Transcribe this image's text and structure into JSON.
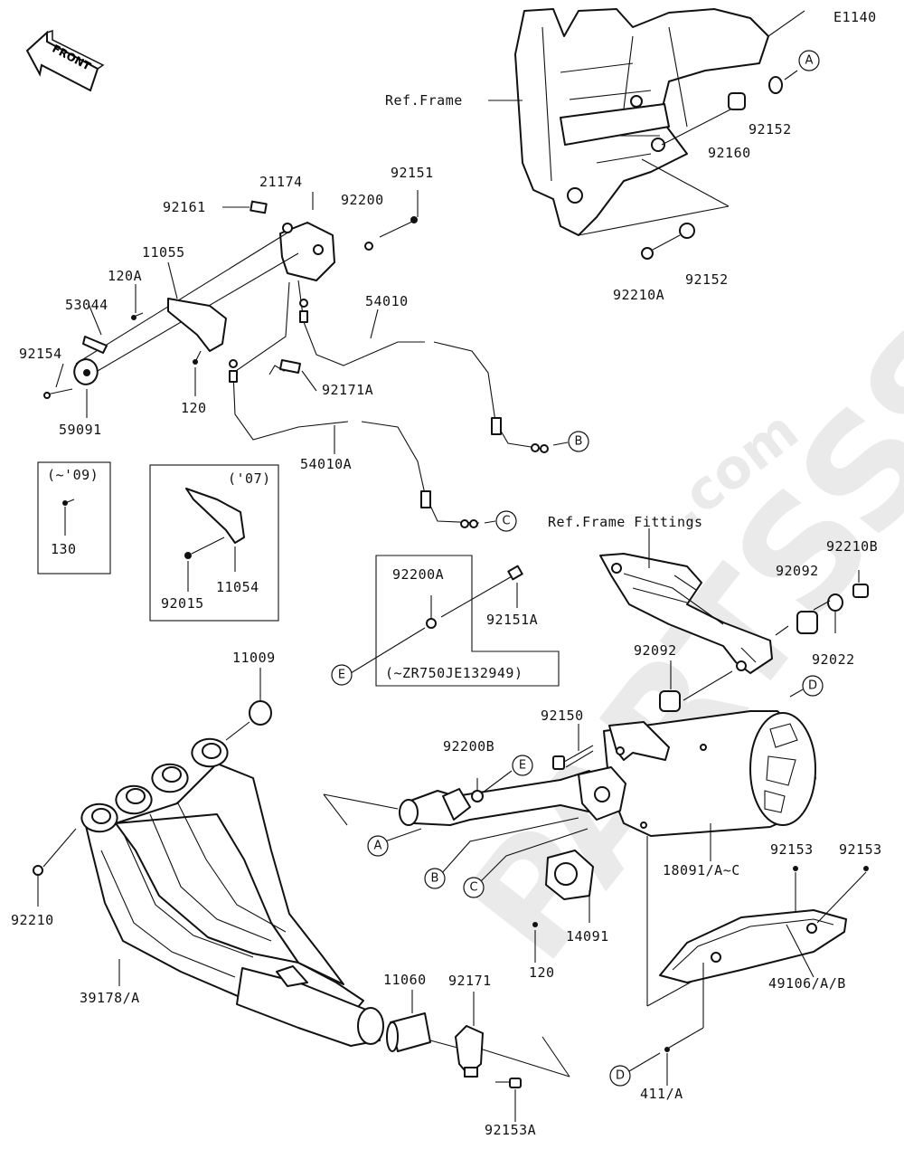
{
  "diagram_code": "E1140",
  "front_arrow_text": "FRONT",
  "reference_notes": {
    "frame": "Ref.Frame",
    "frame_fittings": "Ref.Frame Fittings",
    "serial_range": "(~ZR750JE132949)",
    "year_09": "(~'09)",
    "year_07": "('07)"
  },
  "watermark": {
    "brand": "PARTSSS",
    "suffix": ".com"
  },
  "callouts": [
    "A",
    "B",
    "C",
    "D",
    "E"
  ],
  "part_numbers": {
    "p21174": "21174",
    "p92161": "92161",
    "p92151": "92151",
    "p92200": "92200",
    "p11055": "11055",
    "p120A": "120A",
    "p53044": "53044",
    "p92154": "92154",
    "p59091": "59091",
    "p120_upper": "120",
    "p54010": "54010",
    "p92171A": "92171A",
    "p54010A": "54010A",
    "p130": "130",
    "p11054": "11054",
    "p92015": "92015",
    "p92152_top": "92152",
    "p92160": "92160",
    "p92152_mid": "92152",
    "p92210A": "92210A",
    "p92200A": "92200A",
    "p92151A": "92151A",
    "p92210B": "92210B",
    "p92092_right": "92092",
    "p92022": "92022",
    "p92092_mid": "92092",
    "p11009": "11009",
    "p92150": "92150",
    "p92200B": "92200B",
    "p92210": "92210",
    "p39178A": "39178/A",
    "p18091": "18091/A~C",
    "p92153_left": "92153",
    "p92153_right": "92153",
    "p14091": "14091",
    "p120_lower": "120",
    "p49106": "49106/A/B",
    "p11060": "11060",
    "p92171": "92171",
    "p92153A": "92153A",
    "p411A": "411/A"
  }
}
